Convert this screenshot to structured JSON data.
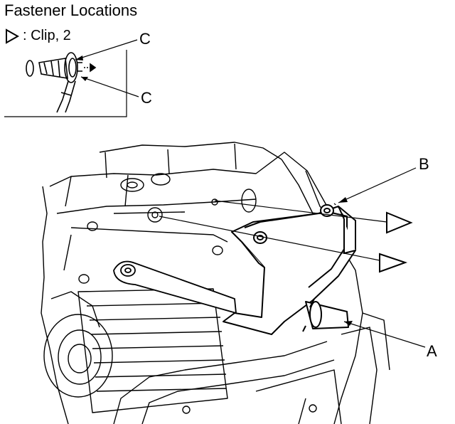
{
  "title": "Fastener Locations",
  "legend": {
    "symbol": "triangle-outline-icon",
    "text": ": Clip, 2"
  },
  "callouts": {
    "a": "A",
    "b": "B",
    "c_upper": "C",
    "c_lower": "C"
  }
}
